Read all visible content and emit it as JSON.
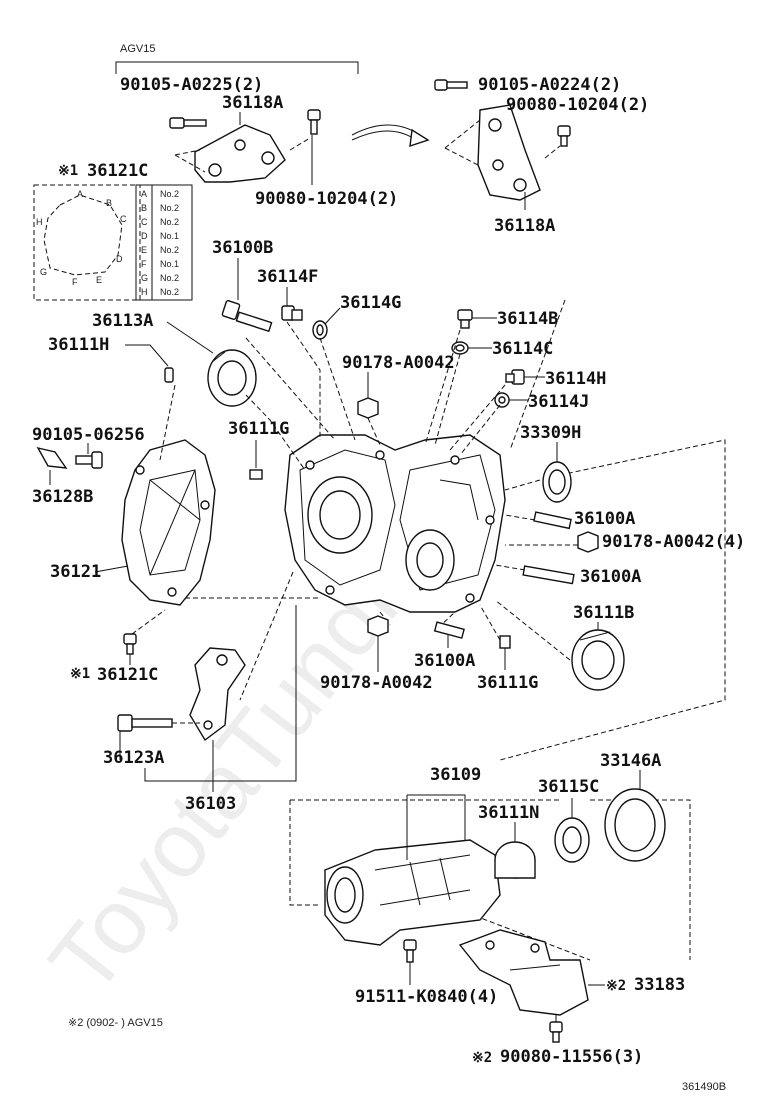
{
  "watermark": "ToyotaTundra.ru",
  "code": "361490B",
  "group_label": "AGV15",
  "mark1": "※1",
  "mark2": "※2",
  "footnote": "※2 (0902-      ) AGV15",
  "labels": {
    "p90105_A0225": "90105-A0225(2)",
    "p36118A_left": "36118A",
    "p90080_10204_left": "90080-10204(2)",
    "p90105_A0224": "90105-A0224(2)",
    "p90080_10204_right": "90080-10204(2)",
    "p36118A_right": "36118A",
    "p36121C_top": "36121C",
    "p36100B": "36100B",
    "p36114F": "36114F",
    "p36114G": "36114G",
    "p36113A": "36113A",
    "p36111H": "36111H",
    "p36114B": "36114B",
    "p36114C": "36114C",
    "p90178_A0042_top": "90178-A0042",
    "p36114H": "36114H",
    "p36114J": "36114J",
    "p90105_06256": "90105-06256",
    "p36111G_top": "36111G",
    "p33309H": "33309H",
    "p36128B": "36128B",
    "p36100A_1": "36100A",
    "p90178_A0042_4": "90178-A0042(4)",
    "p36121": "36121",
    "p36100A_2": "36100A",
    "p36111B": "36111B",
    "p36121C_bottom": "36121C",
    "p36100A_3": "36100A",
    "p90178_A0042_bottom": "90178-A0042",
    "p36111G_bottom": "36111G",
    "p36123A": "36123A",
    "p36103": "36103",
    "p36109": "36109",
    "p33146A": "33146A",
    "p36115C": "36115C",
    "p36111N": "36111N",
    "p33183": "33183",
    "p91511_K0840": "91511-K0840(4)",
    "p90080_11556": "90080-11556(3)"
  },
  "bolt_table": [
    {
      "pos": "A",
      "val": "No.2"
    },
    {
      "pos": "B",
      "val": "No.2"
    },
    {
      "pos": "C",
      "val": "No.2"
    },
    {
      "pos": "D",
      "val": "No.1"
    },
    {
      "pos": "E",
      "val": "No.2"
    },
    {
      "pos": "F",
      "val": "No.1"
    },
    {
      "pos": "G",
      "val": "No.2"
    },
    {
      "pos": "H",
      "val": "No.2"
    }
  ]
}
